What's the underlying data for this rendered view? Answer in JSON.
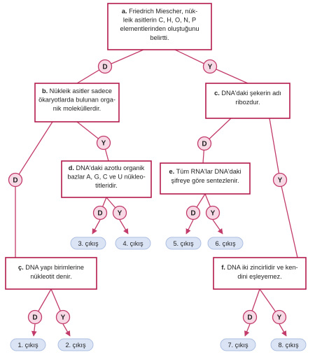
{
  "colors": {
    "border": "#b21a4b",
    "box_fill": "#ffffff",
    "line": "#c23b6a",
    "circle_fill": "#f7d9e6",
    "circle_stroke": "#c23b6a",
    "outcome_fill": "#dbe4f5",
    "outcome_stroke": "#aebfe2",
    "text": "#1f1f1f"
  },
  "nodes": {
    "a": {
      "letter": "a.",
      "lines": [
        "Friedrich Miescher, nük-",
        "leik asitlerin C, H, O, N, P",
        "elementlerinden oluştuğunu",
        "belirtti."
      ]
    },
    "b": {
      "letter": "b.",
      "lines": [
        "Nükleik asitler sadece",
        "ökaryotlarda bulunan orga-",
        "nik moleküllerdir."
      ]
    },
    "c": {
      "letter": "c.",
      "lines": [
        "DNA'daki şekerin adı",
        "ribozdur."
      ]
    },
    "d": {
      "letter": "d.",
      "lines": [
        "DNA'daki azotlu organik",
        "bazlar A, G, C ve U nükleo-",
        "titleridir."
      ]
    },
    "e": {
      "letter": "e.",
      "lines": [
        "Tüm RNA'lar DNA'daki",
        "şifreye göre sentezlenir."
      ]
    },
    "c_cedilla": {
      "letter": "ç.",
      "lines": [
        "DNA yapı birimlerine",
        "nükleotit denir."
      ]
    },
    "f": {
      "letter": "f.",
      "lines": [
        "DNA iki zincirlidir ve ken-",
        "dini eşleyemez."
      ]
    }
  },
  "branch_labels": {
    "true": "D",
    "false": "Y"
  },
  "outcomes": [
    "1. çıkış",
    "2. çıkış",
    "3. çıkış",
    "4. çıkış",
    "5. çıkış",
    "6. çıkış",
    "7. çıkış",
    "8. çıkış"
  ]
}
